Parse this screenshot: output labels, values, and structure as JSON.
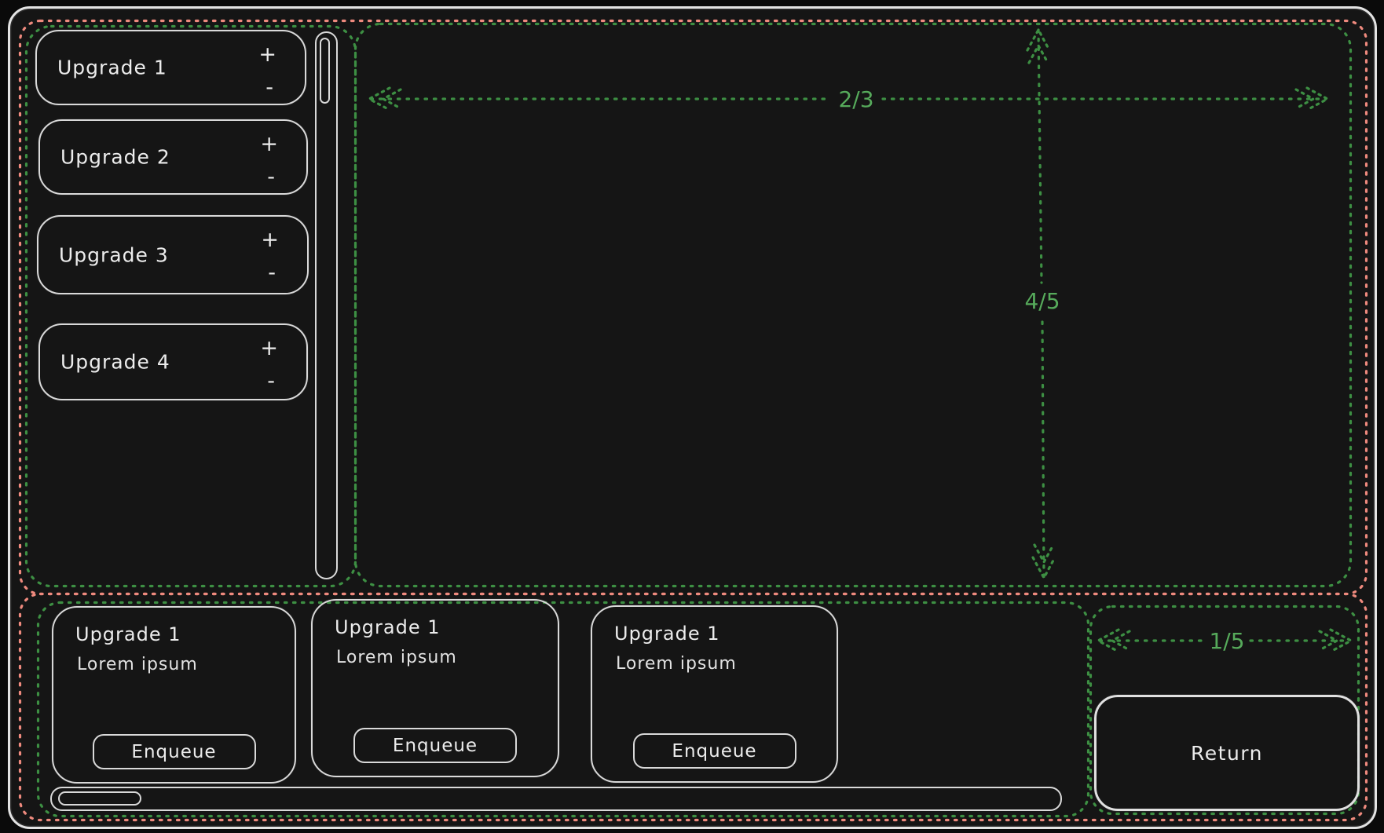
{
  "colors": {
    "annotation_red": "#ef8a7e",
    "annotation_green": "#3d8f43",
    "annotation_label_green": "#56aa5b",
    "stroke_white": "#e3e3e3",
    "background": "#151515"
  },
  "sidebar": {
    "upgrades": [
      {
        "label": "Upgrade 1",
        "increment": "+",
        "decrement": "-"
      },
      {
        "label": "Upgrade 2",
        "increment": "+",
        "decrement": "-"
      },
      {
        "label": "Upgrade 3",
        "increment": "+",
        "decrement": "-"
      },
      {
        "label": "Upgrade 4",
        "increment": "+",
        "decrement": "-"
      }
    ]
  },
  "annotations": {
    "main_width_ratio": "2/3",
    "main_height_ratio": "4/5",
    "bottom_right_width_ratio": "1/5"
  },
  "queue": {
    "cards": [
      {
        "title": "Upgrade 1",
        "subtitle": "Lorem ipsum",
        "action": "Enqueue"
      },
      {
        "title": "Upgrade 1",
        "subtitle": "Lorem ipsum",
        "action": "Enqueue"
      },
      {
        "title": "Upgrade 1",
        "subtitle": "Lorem ipsum",
        "action": "Enqueue"
      }
    ]
  },
  "footer": {
    "return_label": "Return"
  }
}
